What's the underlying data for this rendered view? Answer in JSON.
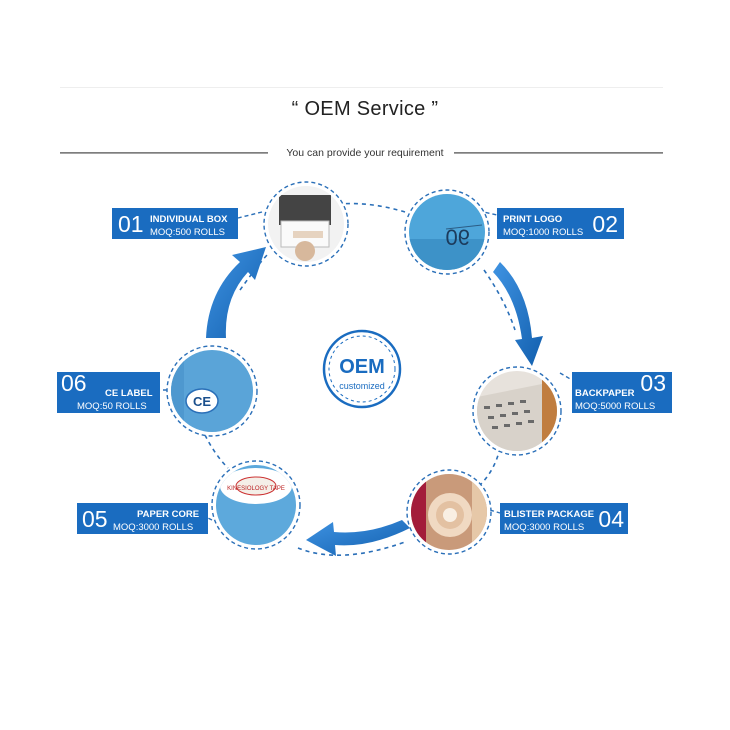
{
  "header": {
    "title": "“ OEM Service ”",
    "subtitle": "You can provide your requirement"
  },
  "center": {
    "main": "OEM",
    "sub": "customized"
  },
  "steps": [
    {
      "num": "01",
      "title": "INDIVIDUAL BOX",
      "moq": "MOQ:500 ROLLS"
    },
    {
      "num": "02",
      "title": "PRINT LOGO",
      "moq": "MOQ:1000 ROLLS"
    },
    {
      "num": "03",
      "title": "BACKPAPER",
      "moq": "MOQ:5000 ROLLS"
    },
    {
      "num": "04",
      "title": "BLISTER PACKAGE",
      "moq": "MOQ:3000 ROLLS"
    },
    {
      "num": "05",
      "title": "PAPER CORE",
      "moq": "MOQ:3000 ROLLS"
    },
    {
      "num": "06",
      "title": "CE LABEL",
      "moq": "MOQ:50 ROLLS"
    }
  ],
  "photo_texts": {
    "ce_mark": "CE",
    "tape_text": "KINESIOLOGY TAPE"
  },
  "colors": {
    "label_blue": "#1a6cc0",
    "arrow_blue": "#1e75cc",
    "dash_blue": "#2a6fb8",
    "tape_blue": "#5da9dc"
  }
}
